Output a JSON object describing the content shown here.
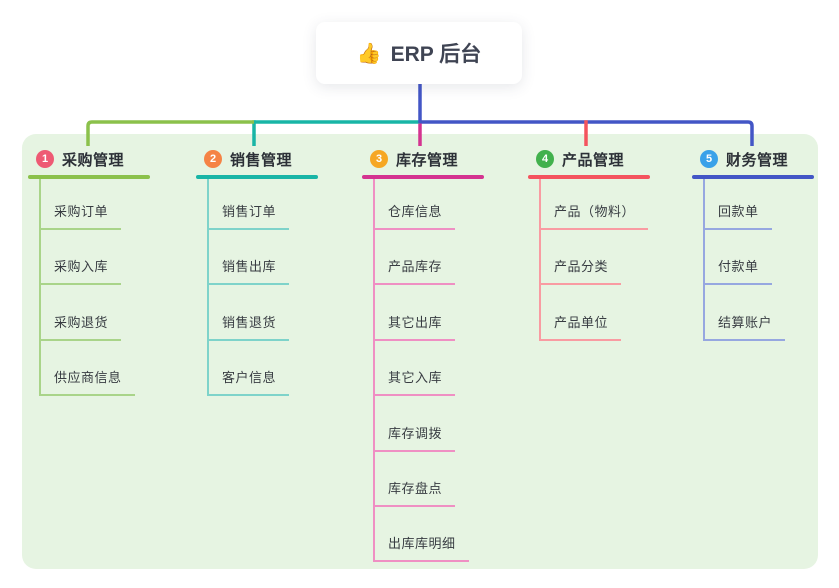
{
  "root": {
    "icon": "thumbs-up-icon",
    "emoji": "👍",
    "label": "ERP 后台"
  },
  "colors": {
    "panel_background": "#e6f4e2",
    "root_connector": "#4356c6"
  },
  "branches": [
    {
      "index": "1",
      "label": "采购管理",
      "badge_color": "#ee5a74",
      "line_color": "#8bc14b",
      "child_line_color": "#a9d489",
      "children": [
        "采购订单",
        "采购入库",
        "采购退货",
        "供应商信息"
      ]
    },
    {
      "index": "2",
      "label": "销售管理",
      "badge_color": "#f58345",
      "line_color": "#19b5a6",
      "child_line_color": "#7ed3ca",
      "children": [
        "销售订单",
        "销售出库",
        "销售退货",
        "客户信息"
      ]
    },
    {
      "index": "3",
      "label": "库存管理",
      "badge_color": "#f6a723",
      "line_color": "#d43390",
      "child_line_color": "#ef8fc3",
      "children": [
        "仓库信息",
        "产品库存",
        "其它出库",
        "其它入库",
        "库存调拨",
        "库存盘点",
        "出库库明细"
      ]
    },
    {
      "index": "4",
      "label": "产品管理",
      "badge_color": "#42b14d",
      "line_color": "#f4535e",
      "child_line_color": "#f99ba2",
      "children": [
        "产品（物料）",
        "产品分类",
        "产品单位"
      ]
    },
    {
      "index": "5",
      "label": "财务管理",
      "badge_color": "#39a1e9",
      "line_color": "#4356c6",
      "child_line_color": "#96a7e0",
      "children": [
        "回款单",
        "付款单",
        "结算账户"
      ]
    }
  ]
}
